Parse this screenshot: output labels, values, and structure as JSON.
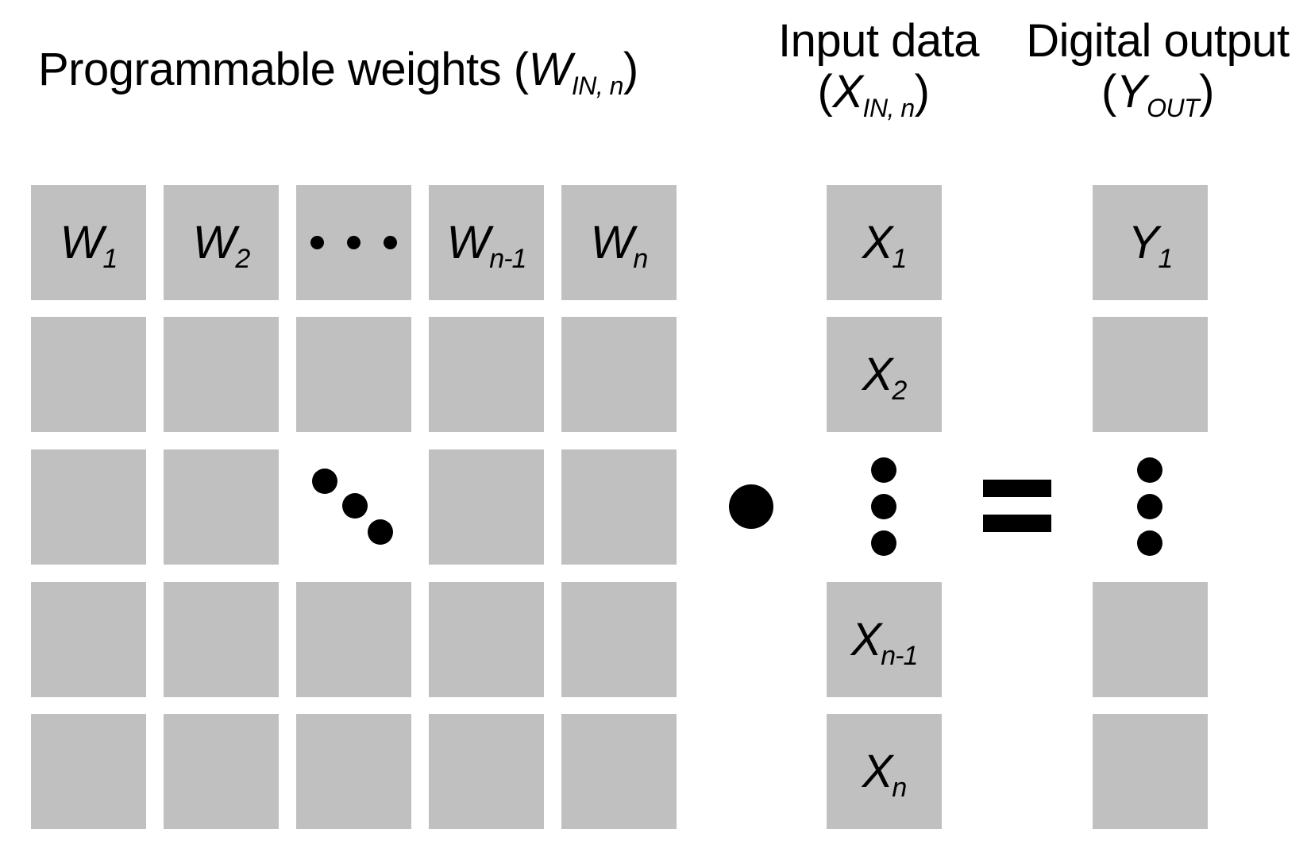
{
  "headers": {
    "weights": {
      "text": "Programmable weights (",
      "var": "W",
      "sub": "IN, n",
      "close": ")"
    },
    "input": {
      "line1": "Input data",
      "open": "(",
      "var": "X",
      "sub": "IN, n",
      "close": ")"
    },
    "output": {
      "line1": "Digital output",
      "open": "(",
      "var": "Y",
      "sub": "OUT",
      "close": ")"
    }
  },
  "weights_row": [
    {
      "var": "W",
      "sub": "1"
    },
    {
      "var": "W",
      "sub": "2"
    },
    {
      "var": "",
      "sub": ""
    },
    {
      "var": "W",
      "sub": "n-1"
    },
    {
      "var": "W",
      "sub": "n"
    }
  ],
  "inputs": [
    {
      "var": "X",
      "sub": "1"
    },
    {
      "var": "X",
      "sub": "2"
    },
    {
      "var": "X",
      "sub": "n-1"
    },
    {
      "var": "X",
      "sub": "n"
    }
  ],
  "outputs": [
    {
      "var": "Y",
      "sub": "1"
    }
  ],
  "colors": {
    "cell": "#c0c0c0",
    "ink": "#000000",
    "background": "#ffffff"
  }
}
